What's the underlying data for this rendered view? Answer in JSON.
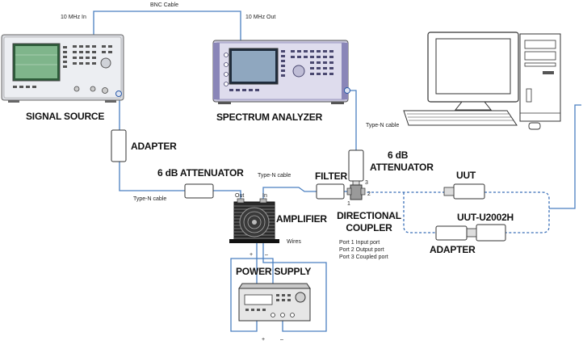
{
  "cables": {
    "bnc": "BNC Cable",
    "in_10mhz": "10 MHz In",
    "out_10mhz": "10 MHz Out",
    "type_n_left": "Type-N cable",
    "type_n_mid": "Type-N cable",
    "type_n_right": "Type-N cable",
    "wires": "Wires"
  },
  "devices": {
    "signal_source": "SIGNAL SOURCE",
    "spectrum_analyzer": "SPECTRUM ANALYZER",
    "adapter_top": "ADAPTER",
    "attenuator_left": "6 dB ATTENUATOR",
    "filter": "FILTER",
    "attenuator_right_1": "6 dB",
    "attenuator_right_2": "ATTENUATOR",
    "directional_coupler_1": "DIRECTIONAL",
    "directional_coupler_2": "COUPLER",
    "amplifier": "AMPLIFIER",
    "power_supply": "POWER SUPPLY",
    "uut": "UUT",
    "uut_u2002h": "UUT-U2002H",
    "adapter_bottom": "ADAPTER"
  },
  "ports": {
    "out": "Out",
    "in": "In",
    "p1": "1",
    "p2": "2",
    "p3": "3",
    "amp_plus": "+",
    "amp_minus": "–",
    "psu_plus": "+",
    "psu_minus": "–"
  },
  "port_legend": [
    "Port 1 Input port",
    "Port 2 Output port",
    "Port 3 Coupled port"
  ],
  "colors": {
    "cable": "#4a7fc1",
    "dashed_cable": "#3a6fb8",
    "instrument_purple": "#8a86b8"
  }
}
